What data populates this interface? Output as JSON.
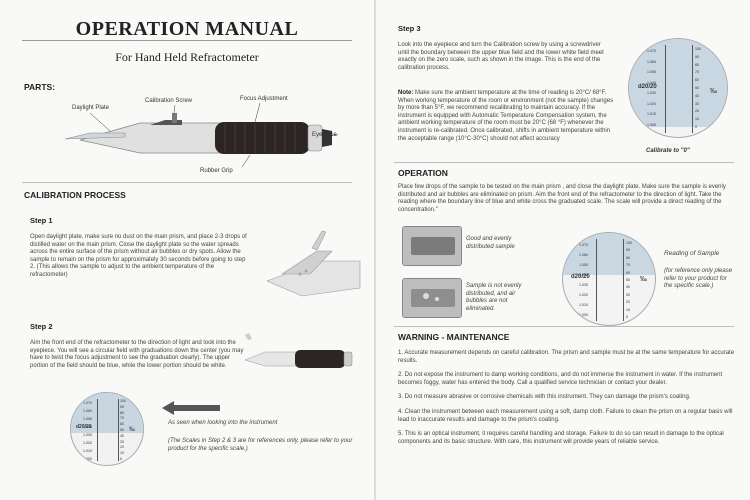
{
  "left": {
    "title": "OPERATION MANUAL",
    "subtitle": "For Hand Held Refractometer",
    "parts": {
      "heading": "PARTS:",
      "labels": {
        "daylight_plate": "Daylight Plate",
        "calibration_screw": "Calibration Screw",
        "focus_adjustment": "Focus Adjustment",
        "eyepiece": "Eyepiece",
        "rubber_grip": "Rubber Grip"
      }
    },
    "calibration_heading": "CALIBRATION PROCESS",
    "step1": {
      "heading": "Step 1",
      "text": "Open daylight plate, make sure no dust on the main prism, and place 2-3 drops of distilled water on the main prism. Close the daylight plate so the water spreads across the entire surface of the prism without air bubbles or dry spots. Allow the sample to remain on the prism for approximately 30 seconds before going to step 2. (This allows the sample to adjust to the ambient temperature of the refractometer)"
    },
    "step2": {
      "heading": "Step 2",
      "text": "Aim the front end of the refractometer to the direction of light and look into the eyepiece. You will see a circular field with graduations down the center (you may have to twist the focus adjustment to see the graduation clearly). The upper portion of the field should be blue, while the lower portion should be white.",
      "arrow_caption": "As seen when looking into the instrument",
      "note": "(The Scales in Step 2 & 3 are for references only, please refer to your product for the specific scale.)"
    },
    "scale": {
      "left_ticks": [
        "1.070",
        "1.060",
        "1.050",
        "1.040",
        "1.030",
        "1.020",
        "1.010",
        "1.000"
      ],
      "right_ticks": [
        "100",
        "90",
        "80",
        "70",
        "60",
        "50",
        "40",
        "30",
        "20",
        "10",
        "0"
      ],
      "unit_left": "d20/20",
      "unit_right": "‰"
    }
  },
  "right": {
    "step3": {
      "heading": "Step 3",
      "text": "Look into the eyepiece and turn the Calibration screw by using a screwdriver until the boundary between the upper blue field and the lower white field meet exactly on the zero scale, such as shown in the image. This is the end of the calibration process.",
      "note_label": "Note:",
      "note": "Make sure the ambient temperature at the time of reading is 20°C/ 68°F. When working temperature of the room or environment (not the sample) changes by more than 5°F, we recommend recalibrating to maintain accuracy. If the instrument is equipped with Automatic Temperature Compensation system, the ambient working temperature of the room must be 20°C (68 °F) whenever the instrument is re-calibrated. Once calibrated, shifts in ambient temperature within the acceptable range (10°C-30°C) should not affect accuracy",
      "caption": "Calibrate to \"0\""
    },
    "operation": {
      "heading": "OPERATION",
      "text": "Place few drops of the sample to be tested on the main prism , and close the daylight plate. Make sure the sample is evenly distributed and air bubbles are eliminated on prism. Aim the front end of the refractometer to the direction of light. Take the reading where the boundary line of blue and white cross the graduated scale. The scale will provide a direct reading of the concentration.\"",
      "good_caption": "Good and evenly distributed sample",
      "bad_caption": "Sample is not evenly distributed, and air bubbles are not eliminated.",
      "reading_caption": "Reading of Sample",
      "reading_note": "(for reference only please refer to your product for the specific scale.)"
    },
    "warning": {
      "heading": "WARNING - MAINTENANCE",
      "items": [
        "1. Accurate measurement depends on careful calibration. The prism and sample must be at the same temperature for accurate results.",
        "2. Do not expose the instrument to damp working conditions, and do not immerse the instrument in water. If the instrument becomes foggy, water has entered the body. Call a qualified service technician or contact your dealer.",
        "3. Do not measure abrasive or corrosive chemicals with this instrument. They can damage the prism's coating.",
        "4. Clean the instrument between each measurement using a soft, damp cloth. Failure to clean the prism on a regular basis will lead to inaccurate results and damage to the prism's coating.",
        "5. This is an optical instrument, it requires careful handling and storage. Failure to do so can result in damage to the optical components and its basic structure. With care, this instrument will provide years of reliable service."
      ]
    }
  }
}
